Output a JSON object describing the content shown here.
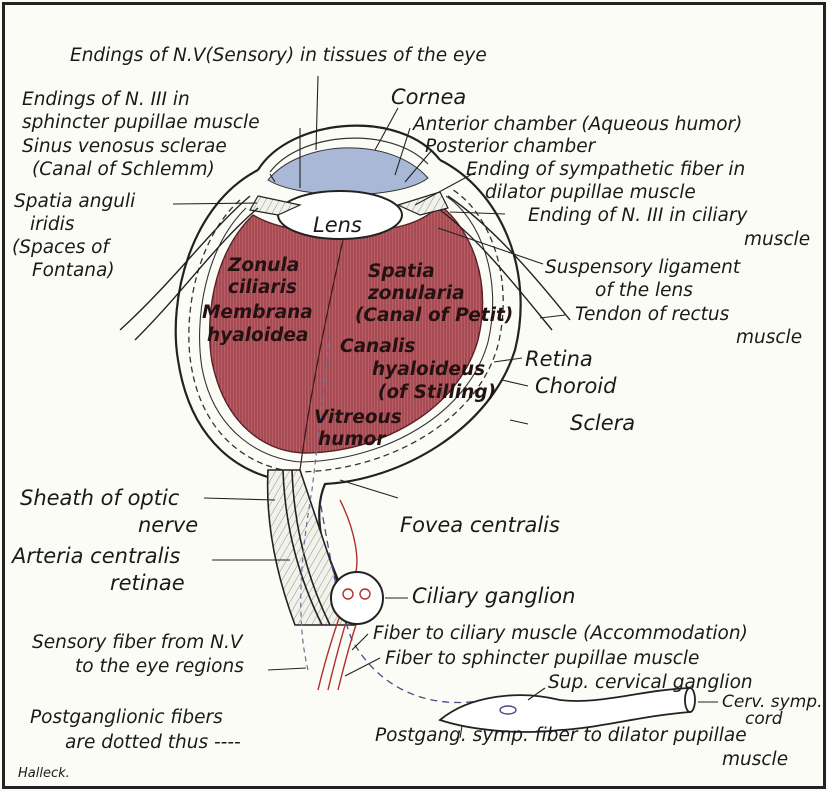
{
  "labels": {
    "top_title": "Endings of N.V(Sensory) in tissues of the eye",
    "cornea": "Cornea",
    "endings_n3_l1": "Endings of N. III in",
    "endings_n3_l2": "sphincter pupillae muscle",
    "anterior_chamber": "Anterior chamber (Aqueous humor)",
    "posterior_chamber": "Posterior chamber",
    "sinus_l1": "Sinus venosus sclerae",
    "sinus_l2": "(Canal of Schlemm)",
    "sympathetic_l1": "Ending of sympathetic fiber in",
    "sympathetic_l2": "dilator pupillae muscle",
    "spatia_l1": "Spatia anguli",
    "spatia_l2": "iridis",
    "spatia_l3": "(Spaces of",
    "spatia_l4": "Fontana)",
    "lens": "Lens",
    "ciliary_ending_l1": "Ending of N. III in ciliary",
    "ciliary_ending_l2": "muscle",
    "zonula_l1": "Zonula",
    "zonula_l2": "ciliaris",
    "spatia_zon_l1": "Spatia",
    "spatia_zon_l2": "zonularia",
    "spatia_zon_l3": "(Canal of Petit)",
    "suspensory_l1": "Suspensory ligament",
    "suspensory_l2": "of the lens",
    "tendon_l1": "Tendon of rectus",
    "tendon_l2": "muscle",
    "membrana_l1": "Membrana",
    "membrana_l2": "hyaloidea",
    "canalis_l1": "Canalis",
    "canalis_l2": "hyaloideus",
    "canalis_l3": "(of Stilling)",
    "retina": "Retina",
    "choroid": "Choroid",
    "sclera": "Sclera",
    "vitreous_l1": "Vitreous",
    "vitreous_l2": "humor",
    "sheath_l1": "Sheath of optic",
    "sheath_l2": "nerve",
    "fovea": "Fovea centralis",
    "arteria_l1": "Arteria centralis",
    "arteria_l2": "retinae",
    "ciliary_ganglion": "Ciliary ganglion",
    "sensory_l1": "Sensory fiber from N.V",
    "sensory_l2": "to the eye regions",
    "fiber_ciliary": "Fiber to ciliary muscle (Accommodation)",
    "fiber_sphincter": "Fiber to sphincter pupillae muscle",
    "sup_cervical": "Sup. cervical ganglion",
    "cerv_l1": "Cerv. symp.",
    "cerv_l2": "cord",
    "postgang_note_l1": "Postganglionic fibers",
    "postgang_note_l2": "are dotted thus ----",
    "postgang_l1": "Postgang. symp. fiber to dilator pupillae",
    "postgang_l2": "muscle",
    "signature": "Halleck."
  },
  "colors": {
    "vitreous_fill": "#b8585f",
    "vitreous_stripe": "#8e3a42",
    "ink": "#1c1c1c",
    "nerve_red": "#b02f2f",
    "dotted_blue": "#4a4a8a",
    "chamber_blue": "#a9b8d6"
  }
}
